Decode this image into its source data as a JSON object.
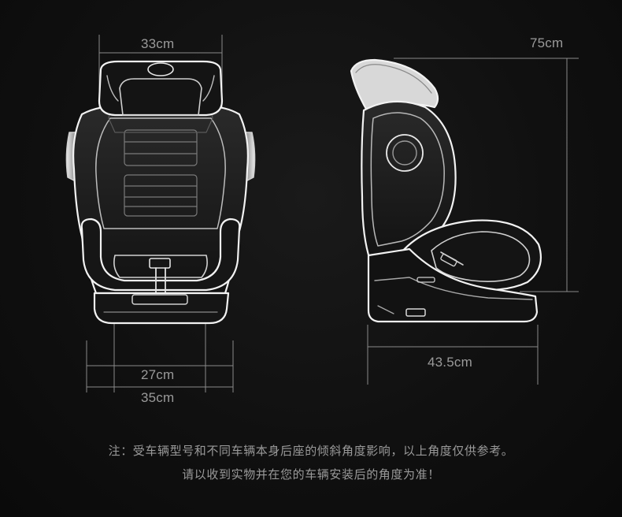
{
  "dimensions": {
    "width_top": "33cm",
    "width_base_inner": "27cm",
    "width_base_outer": "35cm",
    "height": "75cm",
    "depth": "43.5cm"
  },
  "note": {
    "line1": "注：受车辆型号和不同车辆本身后座的倾斜角度影响，以上角度仅供参考。",
    "line2": "请以收到实物并在您的车辆安装后的角度为准！"
  },
  "colors": {
    "background": "#111111",
    "line": "#f2f2f2",
    "dimension_line": "#8a8a8a",
    "text": "#9a9a9a"
  }
}
